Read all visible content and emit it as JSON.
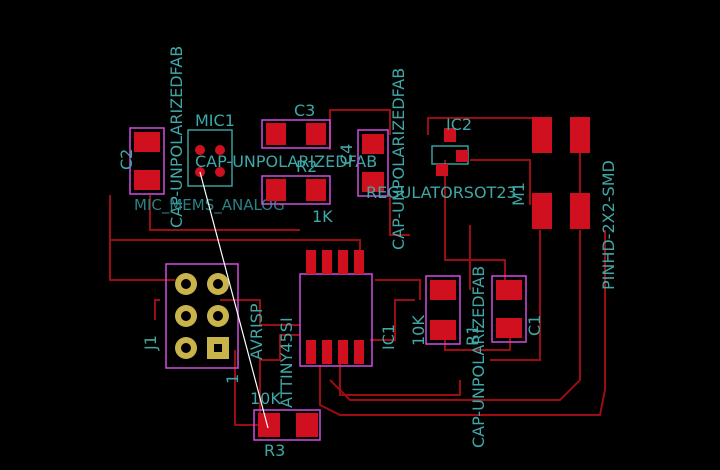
{
  "board": {
    "background": "#000000",
    "colors": {
      "trace": "#9b0d12",
      "pad": "#d0101e",
      "silk": "#3fa7a7",
      "outline": "#c34ad0",
      "ratsnest": "#ffffff",
      "gold": "#c8b44a"
    }
  },
  "components": {
    "c2": {
      "name": "C2",
      "value": "CAP-UNPOLARIZEDFAB"
    },
    "mic1": {
      "name": "MIC1",
      "value": "MIC_MEMS_ANALOG"
    },
    "c3": {
      "name": "C3",
      "value": "CAP-UNPOLARIZEDFAB"
    },
    "r2": {
      "name": "R2",
      "value": "1K"
    },
    "c4": {
      "name": "C4",
      "value": "CAP-UNPOLARIZEDFAB"
    },
    "ic2": {
      "name": "IC2",
      "value": "REGULATORSOT23"
    },
    "m1": {
      "name": "M1",
      "value": "PINHD-2X2-SMD"
    },
    "ic1": {
      "name": "IC1",
      "value": "ATTINY45SI"
    },
    "j1": {
      "name": "J1",
      "value": "AVRISP",
      "pin1": "1"
    },
    "r1": {
      "name": "R1",
      "value": "10K"
    },
    "c1": {
      "name": "C1",
      "value": "CAP-UNPOLARIZEDFAB"
    },
    "r3": {
      "name": "R3",
      "value": "10K"
    }
  }
}
